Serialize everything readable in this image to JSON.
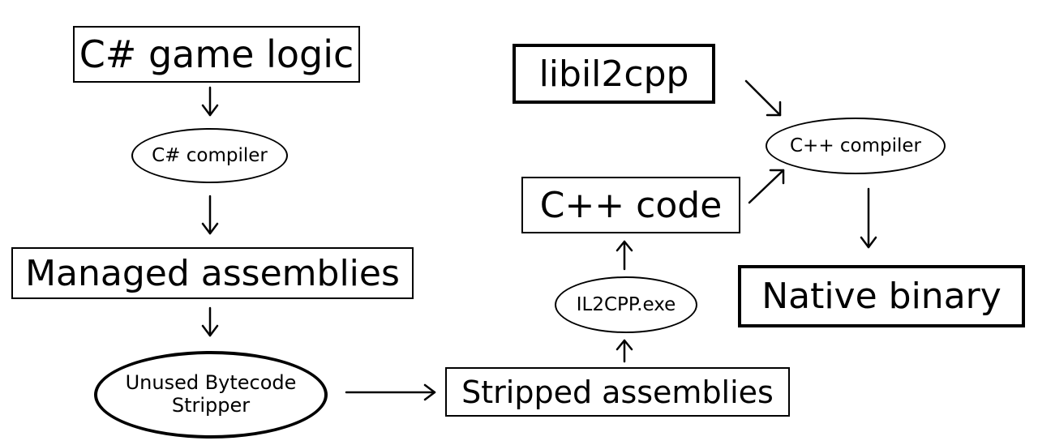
{
  "diagram": {
    "nodes": {
      "csharp_game_logic": "C# game logic",
      "csharp_compiler": "C# compiler",
      "managed_assemblies": "Managed assemblies",
      "unused_bytecode_stripper_line1": "Unused Bytecode",
      "unused_bytecode_stripper_line2": "Stripper",
      "stripped_assemblies": "Stripped assemblies",
      "il2cpp_exe": "IL2CPP.exe",
      "cpp_code": "C++ code",
      "libil2cpp": "libil2cpp",
      "cpp_compiler": "C++ compiler",
      "native_binary": "Native binary"
    },
    "edges": [
      [
        "csharp_game_logic",
        "csharp_compiler"
      ],
      [
        "csharp_compiler",
        "managed_assemblies"
      ],
      [
        "managed_assemblies",
        "unused_bytecode_stripper"
      ],
      [
        "unused_bytecode_stripper",
        "stripped_assemblies"
      ],
      [
        "stripped_assemblies",
        "il2cpp_exe"
      ],
      [
        "il2cpp_exe",
        "cpp_code"
      ],
      [
        "cpp_code",
        "cpp_compiler"
      ],
      [
        "libil2cpp",
        "cpp_compiler"
      ],
      [
        "cpp_compiler",
        "native_binary"
      ]
    ]
  }
}
